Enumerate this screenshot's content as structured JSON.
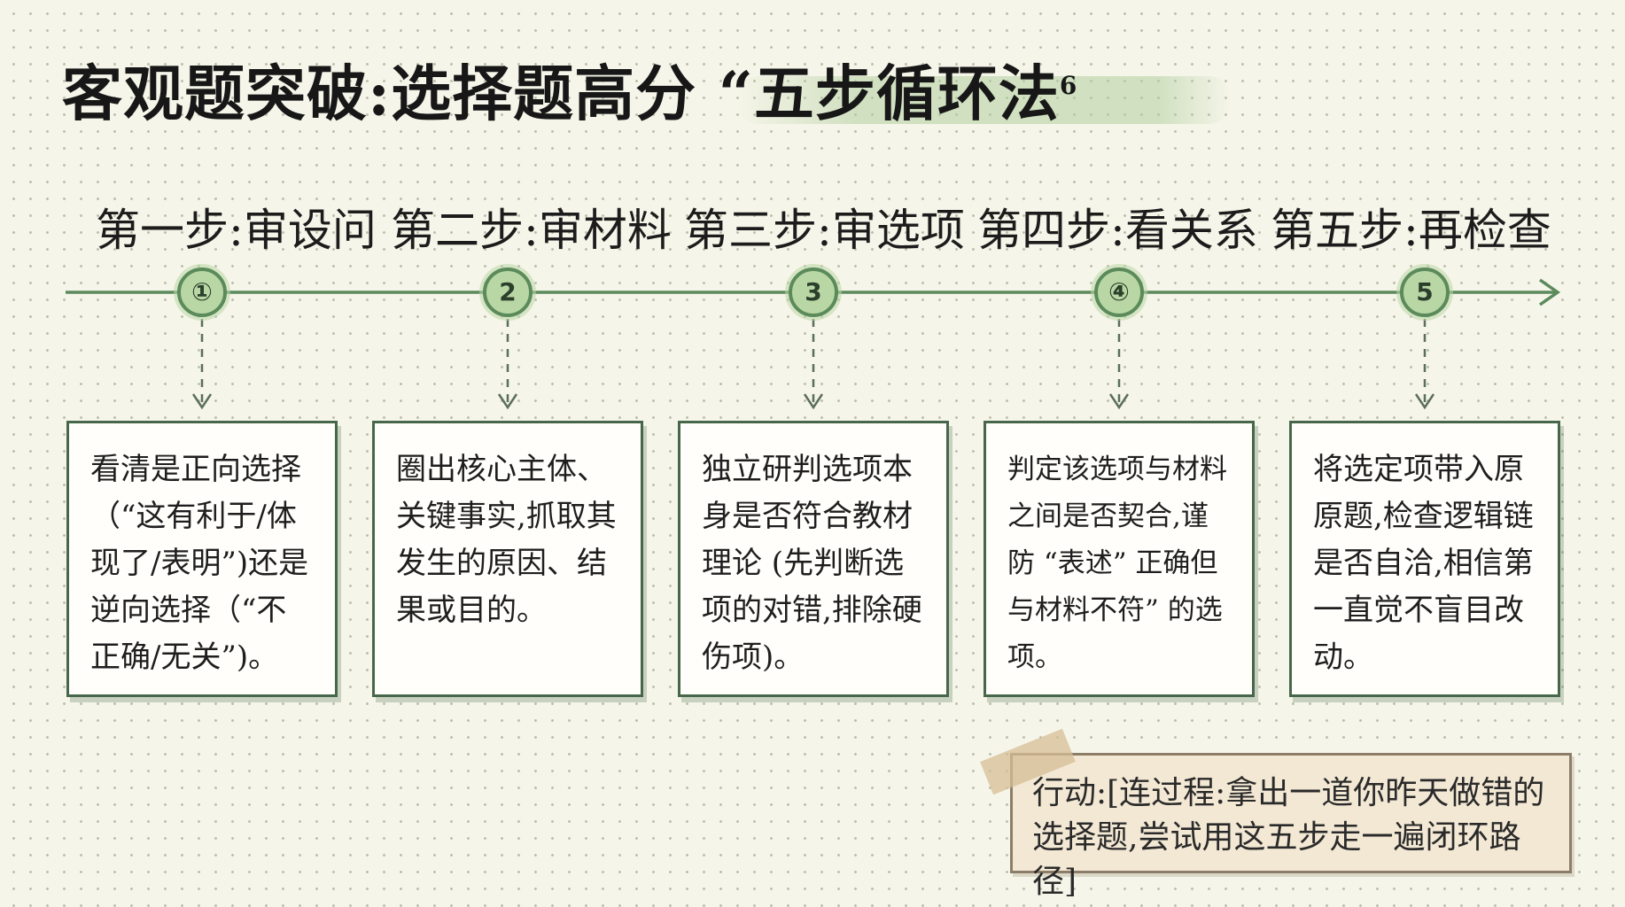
{
  "title": "客观题突破:选择题高分 “五步循环法",
  "title_superscript": "6",
  "colors": {
    "accent_green": "#5b8a5b",
    "marker_fill": "#b9d7a5",
    "card_border": "#46674a",
    "note_fill": "#f3e8d4"
  },
  "steps": [
    {
      "heading": "第一步:审设问",
      "marker": "①",
      "text": "看清是正向选择（“这有利于/体现了/表明”)还是逆向选择（“不正确/无关”)。"
    },
    {
      "heading": "第二步:审材料",
      "marker": "2",
      "text": "圈出核心主体、关键事实,抓取其发生的原因、结果或目的。"
    },
    {
      "heading": "第三步:审选项",
      "marker": "3",
      "text": "独立研判选项本身是否符合教材理论 (先判断选项的对错,排除硬伤项)。"
    },
    {
      "heading": "第四步:看关系",
      "marker": "④",
      "text": "判定该选项与材料之间是否契合,谨防 “表述” 正确但与材料不符” 的选项。"
    },
    {
      "heading": "第五步:再检查",
      "marker": "5",
      "text": "将选定项带入原原题,检查逻辑链是否自洽,相信第一直觉不盲目改动。"
    }
  ],
  "action_note": "行动:[连过程:拿出一道你昨天做错的选择题,尝试用这五步走一遍闭环路径]"
}
